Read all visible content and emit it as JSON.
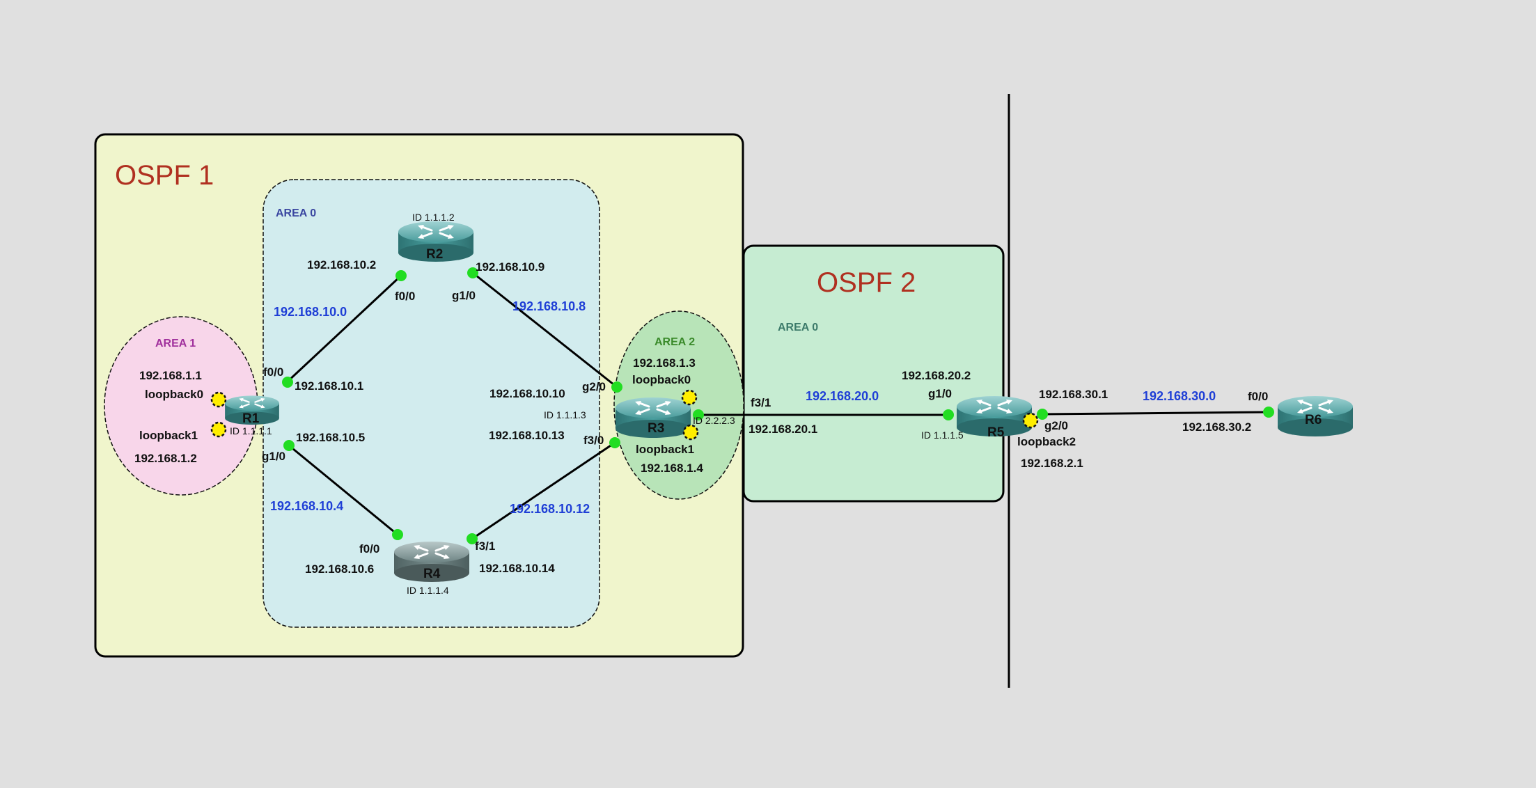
{
  "colors": {
    "background": "#e0e0e0",
    "ospf1_fill": "#f0f5cc",
    "ospf2_fill": "#c6ecd2",
    "area0_fill": "#d2ecee",
    "area1_fill": "#f8d6ea",
    "area2_fill": "#b8e4b8",
    "ospf_title": "#b03020",
    "network_label": "#1f3fd6",
    "interface_dot": "#22dd22",
    "loopback_dot": "#ffee00",
    "router_body": "#3c8f8f",
    "router_gray": "#667777"
  },
  "domains": {
    "ospf1": {
      "title": "OSPF 1"
    },
    "ospf2": {
      "title": "OSPF 2"
    }
  },
  "areas": {
    "ospf1_area0": {
      "label": "AREA 0",
      "color": "#3a46a0"
    },
    "ospf1_area1": {
      "label": "AREA 1",
      "color": "#a0309c"
    },
    "ospf1_area2": {
      "label": "AREA 2",
      "color": "#3a8a2a"
    },
    "ospf2_area0": {
      "label": "AREA 0",
      "color": "#3c7a6a"
    }
  },
  "routers": {
    "r1": {
      "name": "R1",
      "router_id": "ID 1.1.1.1",
      "icon": "router-icon"
    },
    "r2": {
      "name": "R2",
      "router_id": "ID 1.1.1.2",
      "icon": "router-icon"
    },
    "r3": {
      "name": "R3",
      "router_id": "ID 1.1.1.3",
      "router_id_2": "ID 2.2.2.3",
      "icon": "router-icon"
    },
    "r4": {
      "name": "R4",
      "router_id": "ID 1.1.1.4",
      "icon": "router-icon"
    },
    "r5": {
      "name": "R5",
      "router_id": "ID 1.1.1.5",
      "icon": "router-icon"
    },
    "r6": {
      "name": "R6",
      "icon": "router-icon"
    }
  },
  "interfaces": {
    "r1_f00": "f0/0",
    "r1_g10": "g1/0",
    "r1_lo0": "loopback0",
    "r1_lo1": "loopback1",
    "r2_f00": "f0/0",
    "r2_g10": "g1/0",
    "r3_g20": "g2/0",
    "r3_f30": "f3/0",
    "r3_f31": "f3/1",
    "r3_lo0": "loopback0",
    "r3_lo1": "loopback1",
    "r4_f00": "f0/0",
    "r4_f31": "f3/1",
    "r5_g10": "g1/0",
    "r5_g20": "g2/0",
    "r5_lo2": "loopback2",
    "r6_f00": "f0/0"
  },
  "addresses": {
    "r1_lo0": "192.168.1.1",
    "r1_lo1": "192.168.1.2",
    "r1_f00": "192.168.10.1",
    "r1_g10": "192.168.10.5",
    "r2_f00": "192.168.10.2",
    "r2_g10": "192.168.10.9",
    "r3_g20": "192.168.10.10",
    "r3_f30": "192.168.10.13",
    "r3_f31": "192.168.20.1",
    "r3_lo0": "192.168.1.3",
    "r3_lo1": "192.168.1.4",
    "r4_f00": "192.168.10.6",
    "r4_f31": "192.168.10.14",
    "r5_g10": "192.168.20.2",
    "r5_g20": "192.168.30.1",
    "r5_lo2": "192.168.2.1",
    "r6_f00": "192.168.30.2"
  },
  "networks": {
    "r1_r2": "192.168.10.0",
    "r1_r4": "192.168.10.4",
    "r2_r3": "192.168.10.8",
    "r3_r4": "192.168.10.12",
    "r3_r5": "192.168.20.0",
    "r5_r6": "192.168.30.0"
  }
}
